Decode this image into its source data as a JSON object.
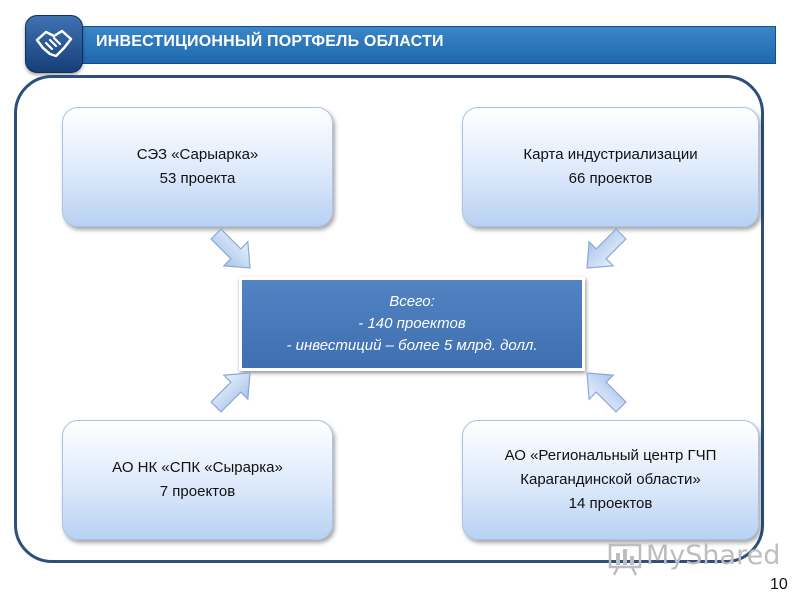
{
  "header": {
    "title": "ИНВЕСТИЦИОННЫЙ ПОРТФЕЛЬ ОБЛАСТИ"
  },
  "boxes": {
    "top_left": {
      "name": "СЭЗ «Сарыарка»",
      "count": "53 проекта"
    },
    "top_right": {
      "name": "Карта индустриализации",
      "count": "66 проектов"
    },
    "bottom_left": {
      "name": "АО НК «СПК «Сырарка»",
      "count": "7 проектов"
    },
    "bottom_right": {
      "line1": "АО «Региональный центр ГЧП",
      "line2": "Карагандинской области»",
      "count": "14 проектов"
    }
  },
  "center": {
    "line1": "Всего:",
    "line2": "- 140 проектов",
    "line3": "- инвестиций – более 5 млрд. долл."
  },
  "watermark": "MyShared",
  "page_number": "10",
  "colors": {
    "header": "#2a78bf",
    "frame": "#2c4f7c",
    "center": "#4a7bbb",
    "box_light": "#dce9fb"
  }
}
